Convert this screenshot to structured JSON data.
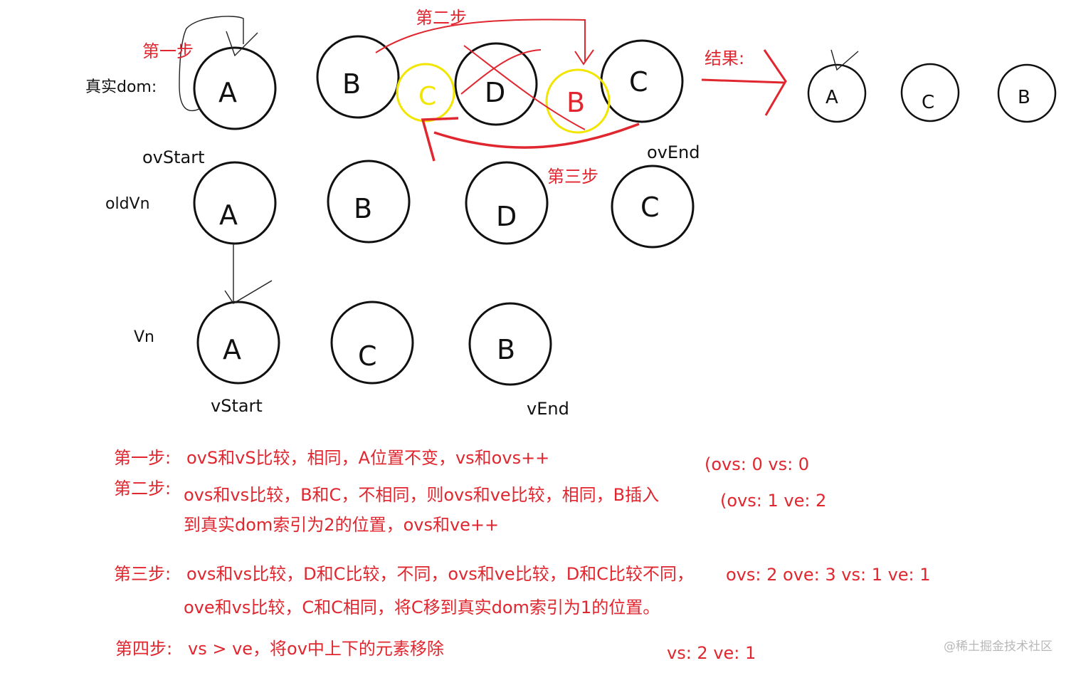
{
  "row_labels": {
    "real_dom": "真实dom:",
    "old_vnode": "oldVn",
    "vnode": "Vn"
  },
  "real_dom_nodes": [
    {
      "letter": "A",
      "style": "normal"
    },
    {
      "letter": "B",
      "style": "normal"
    },
    {
      "letter": "C",
      "style": "highlight"
    },
    {
      "letter": "D",
      "style": "crossed"
    },
    {
      "letter": "B",
      "style": "highlight"
    },
    {
      "letter": "C",
      "style": "normal"
    }
  ],
  "old_vnodes": [
    "A",
    "B",
    "D",
    "C"
  ],
  "new_vnodes": [
    "A",
    "C",
    "B"
  ],
  "result": {
    "label": "结果:",
    "nodes": [
      "A",
      "C",
      "B"
    ]
  },
  "pointers": {
    "old_start": "ovStart",
    "old_end": "ovEnd",
    "new_start": "vStart",
    "new_end": "vEnd"
  },
  "annotations": {
    "step1": "第一步",
    "step2": "第二步",
    "step3": "第三步"
  },
  "steps": [
    {
      "label": "第一步:",
      "lines": [
        "ovS和vS比较，相同，A位置不变，vs和ovs++"
      ],
      "state": "(ovs: 0  vs: 0"
    },
    {
      "label": "第二步:",
      "lines": [
        "ovs和vs比较，B和C，不相同，则ovs和ve比较，相同，B插入",
        "到真实dom索引为2的位置，ovs和ve++"
      ],
      "state": "(ovs: 1 ve: 2"
    },
    {
      "label": "第三步:",
      "lines": [
        "ovs和vs比较，D和C比较，不同，ovs和ve比较，D和C比较不同，",
        "ove和vs比较，C和C相同，将C移到真实dom索引为1的位置。"
      ],
      "state": "ovs: 2 ove: 3  vs: 1 ve: 1"
    },
    {
      "label": "第四步:",
      "lines": [
        "vs > ve，将ov中上下的元素移除"
      ],
      "state": "vs: 2  ve: 1"
    }
  ],
  "watermark": "@稀土掘金技术社区",
  "colors": {
    "ink": "#111111",
    "annotation_red": "#e0262e",
    "highlight_yellow": "#f2e600",
    "watermark_gray": "#b8b8b8"
  }
}
